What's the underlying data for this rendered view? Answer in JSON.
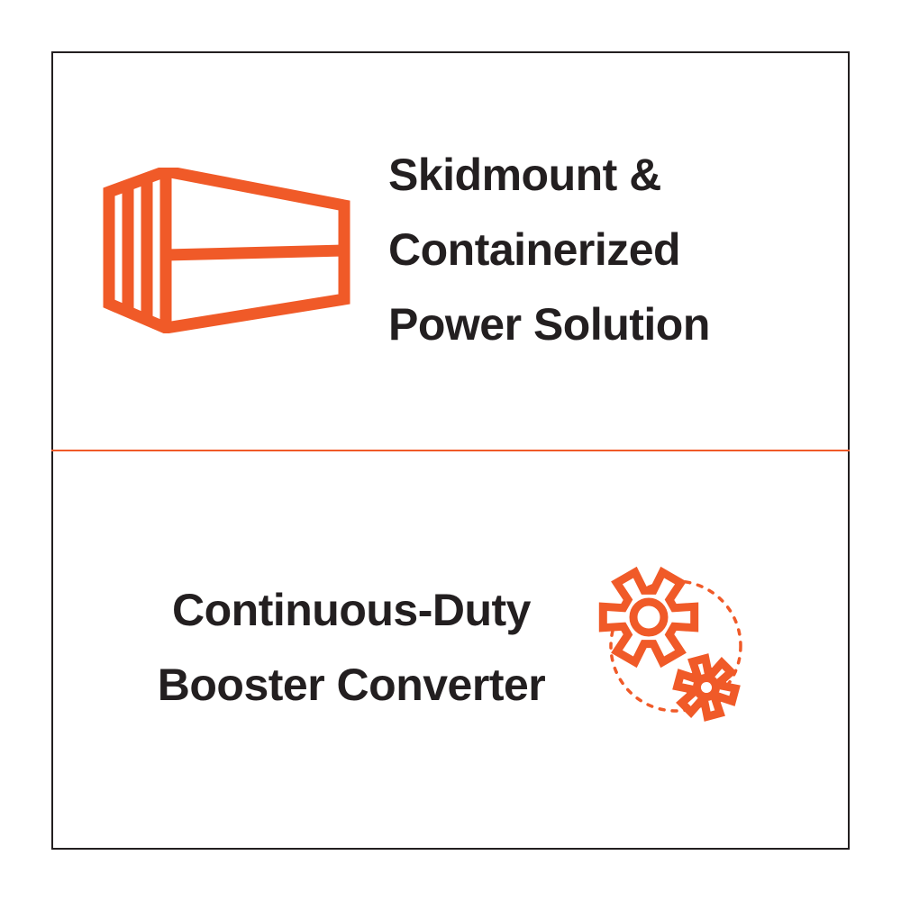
{
  "colors": {
    "accent": "#F05A28",
    "text": "#231F20",
    "frame": "#231F20",
    "background": "#FFFFFF"
  },
  "panels": {
    "top": {
      "icon": "shipping-container-icon",
      "title_lines": [
        "Skidmount &",
        "Containerized",
        "Power Solution"
      ]
    },
    "bottom": {
      "icon": "gears-icon",
      "title_lines": [
        "Continuous-Duty",
        "Booster Converter"
      ]
    }
  }
}
